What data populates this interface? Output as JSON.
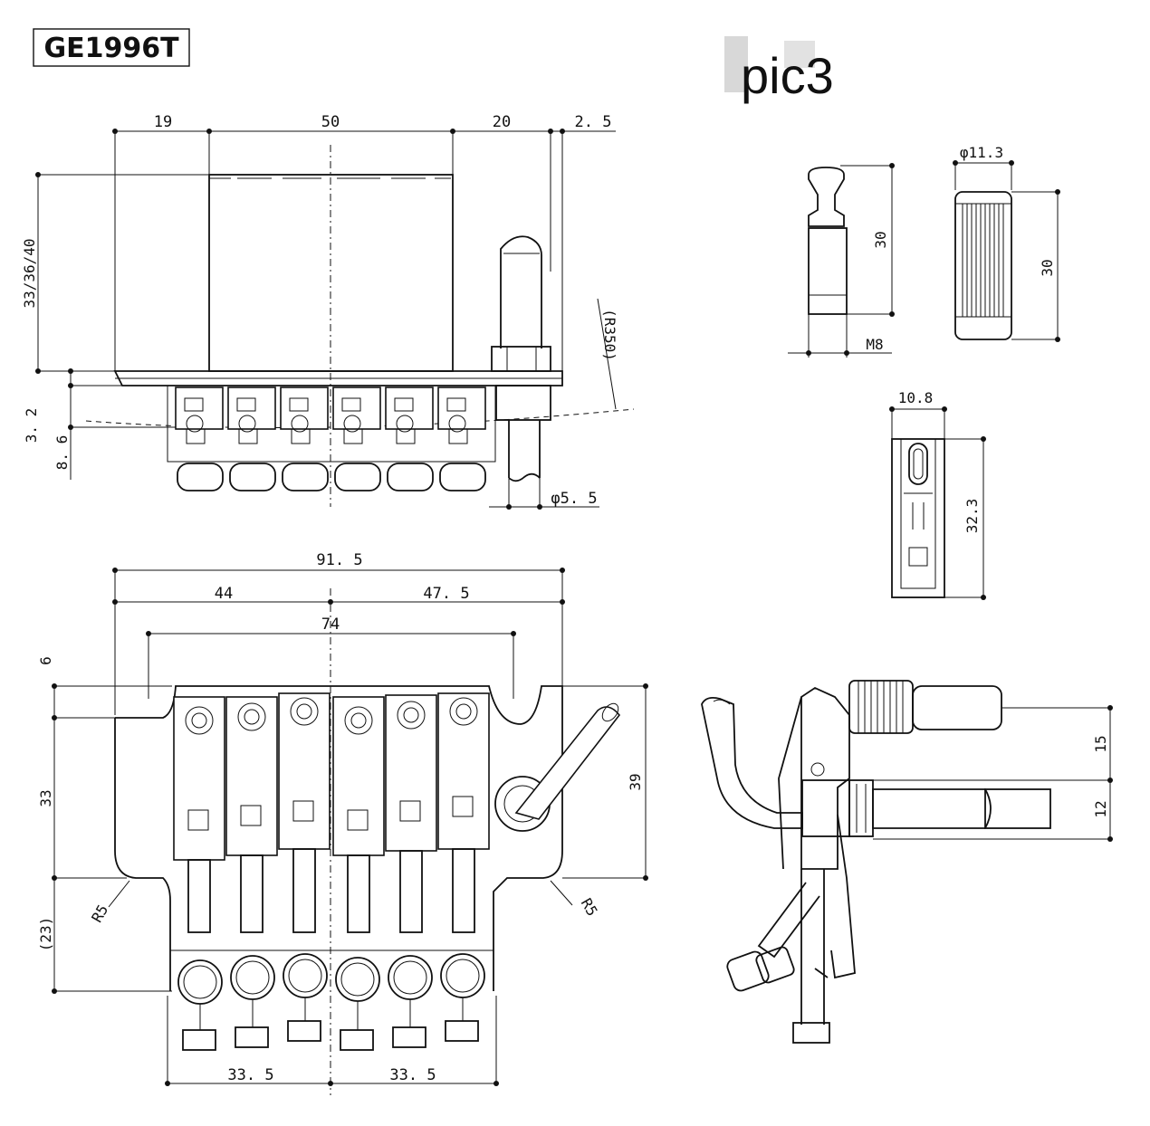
{
  "title": {
    "model": "GE1996T",
    "pic_label": "pic3"
  },
  "side_view": {
    "dims": {
      "top_19": "19",
      "top_50": "50",
      "top_20": "20",
      "top_2_5": "2. 5",
      "height": "33/36/40",
      "h_3_2": "3. 2",
      "h_8_6": "8. 6",
      "radius": "(R350)",
      "post_dia": "φ5. 5"
    }
  },
  "top_view": {
    "dims": {
      "w_91_5": "91. 5",
      "w_44": "44",
      "w_47_5": "47. 5",
      "w_74": "74",
      "h_6": "6",
      "h_33": "33",
      "h_23": "(23)",
      "h_39": "39",
      "r5_left": "R5",
      "r5_right": "R5",
      "b_33_5_left": "33. 5",
      "b_33_5_right": "33. 5"
    }
  },
  "parts": {
    "stud_height": "30",
    "stud_thread": "M8",
    "knob_dia": "φ11.3",
    "knob_height": "30",
    "saddle_width": "10.8",
    "saddle_length": "32.3"
  },
  "profile_view": {
    "h_15": "15",
    "h_12": "12"
  }
}
